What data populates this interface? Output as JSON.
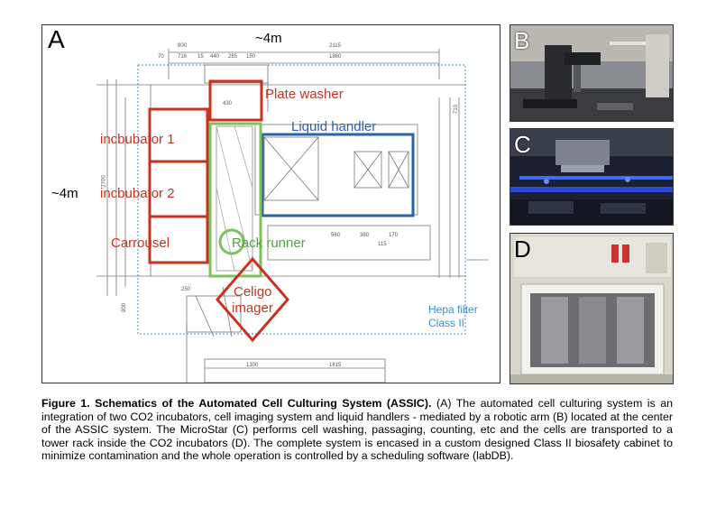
{
  "panel_a": {
    "letter": "A",
    "dim_top": "~4m",
    "dim_left": "~4m",
    "labels": {
      "plate_washer": "Plate washer",
      "liquid_handler": "Liquid handler",
      "incubator1": "incbubator 1",
      "incubator2": "incbubator 2",
      "carrousel": "Carrousel",
      "rack_runner": "Rack runner",
      "celigo_line1": "Celigo",
      "celigo_line2": "imager",
      "hepa_line1": "Hepa filter",
      "hepa_line2": "Class II"
    },
    "dims": {
      "d800": "800",
      "d2115": "2115",
      "d70": "70",
      "d716": "716",
      "d15": "15",
      "d440": "440",
      "d285": "285",
      "d150": "150",
      "d1860": "1860",
      "d2700": "2700",
      "d1300": "1300",
      "d1615": "1615",
      "d900": "900",
      "d250": "250",
      "d560": "560",
      "d380": "380",
      "d170": "170",
      "d115": "115",
      "d430": "430",
      "d710": "710"
    },
    "colors": {
      "red": "#c8321e",
      "blue": "#2e62a8",
      "green": "#4aa63a",
      "hepa": "#3b8fd6"
    }
  },
  "photos": {
    "b": {
      "letter": "B"
    },
    "c": {
      "letter": "C"
    },
    "d": {
      "letter": "D"
    }
  },
  "caption": {
    "bold": "Figure 1. Schematics of the Automated Cell Culturing System (ASSIC).",
    "text": " (A) The automated cell culturing system is an integration of two CO2 incubators, cell imaging system and liquid handlers - mediated by a robotic arm (B) located at the center of the ASSIC system. The MicroStar (C) performs cell washing, passaging, counting, etc and the cells are transported to a tower rack inside the CO2 incubators (D). The complete system is encased in a custom designed Class II biosafety cabinet to minimize contamination and the whole operation is controlled by a scheduling software (labDB)."
  }
}
